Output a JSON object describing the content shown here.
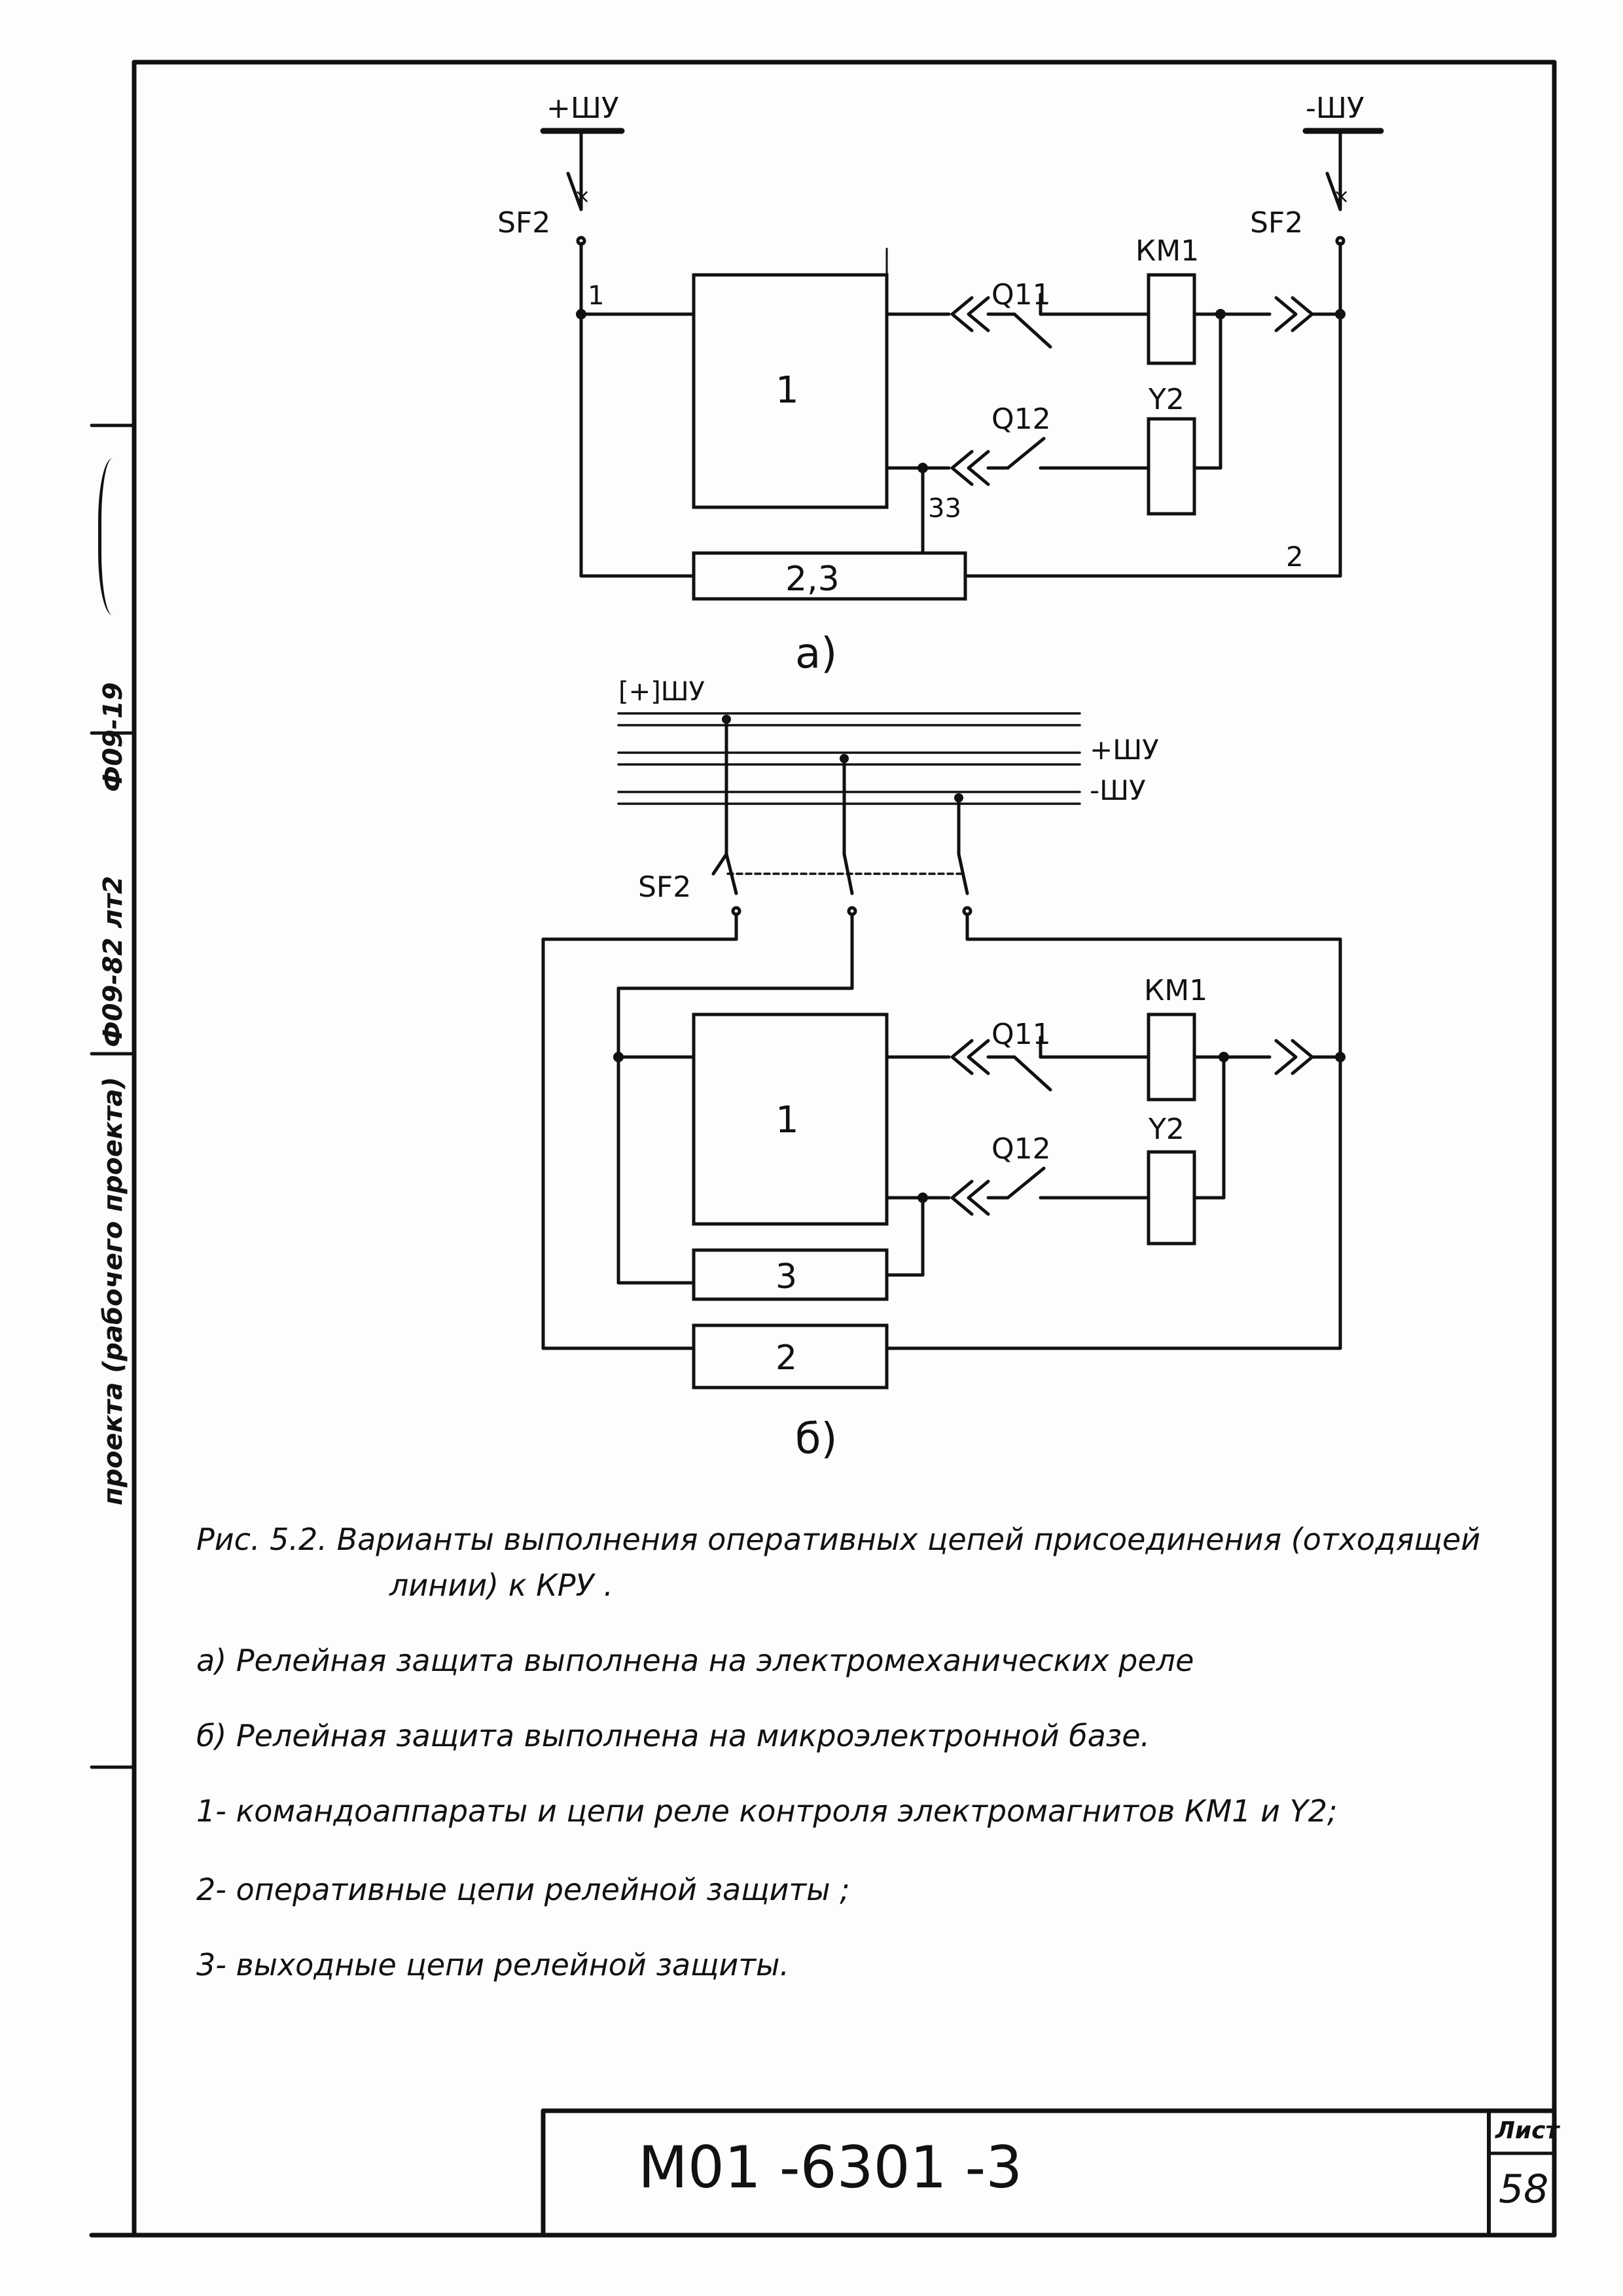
{
  "diagram_a": {
    "bus_plus": "+ШУ",
    "bus_minus": "-ШУ",
    "breaker_left": "SF2",
    "breaker_right": "SF2",
    "contactor": "КМ1",
    "trip_coil": "Y2",
    "contact_1": "Q11",
    "contact_2": "Q12",
    "block_1": "1",
    "block_23": "2,3",
    "wire_1": "1",
    "wire_2": "2",
    "wire_33": "33",
    "label": "а)"
  },
  "diagram_b": {
    "bus_top": "[+]ШУ",
    "bus_plus": "+ШУ",
    "bus_minus": "-ШУ",
    "breaker": "SF2",
    "contactor": "КМ1",
    "trip_coil": "Y2",
    "contact_1": "Q11",
    "contact_2": "Q12",
    "block_1": "1",
    "block_3": "3",
    "block_2": "2",
    "label": "б)"
  },
  "caption": {
    "line1": "Рис. 5.2.   Варианты выполнения  оперативных цепей присоединения (отходящей",
    "line2": "линии)   к КРУ .",
    "item_a": "а) Релейная защита выполнена на электромеханических реле",
    "item_b": "б) Релейная защита выполнена на микроэлектронной базе.",
    "item_1": "1- командоаппараты и цепи реле контроля электромагнитов КМ1 и Y2;",
    "item_2": "2- оперативные цепи релейной защиты ;",
    "item_3": "3- выходные цепи релейной защиты."
  },
  "side_stamp": {
    "text1": "проекта (рабочего проекта)",
    "text2": "Ф09-82 лт2",
    "text3": "Ф09-19"
  },
  "title_block": {
    "doc_code": "М01 -6301 -3",
    "sheet_label": "Лист",
    "sheet_no": "58"
  }
}
